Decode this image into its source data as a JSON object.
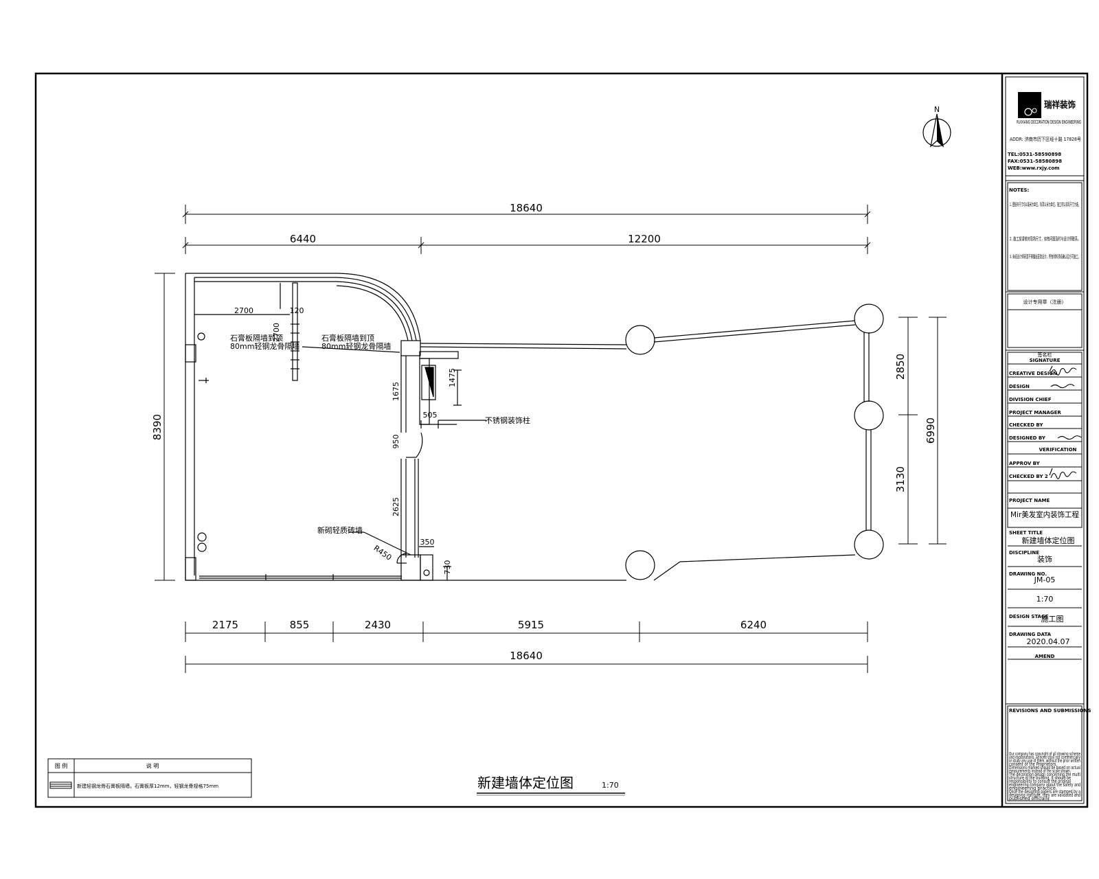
{
  "drawing": {
    "title": "新建墙体定位图",
    "scale": "1:70",
    "north_label": "N"
  },
  "dimensions": {
    "top_total": "18640",
    "top_left": "6440",
    "top_right": "12200",
    "bottom_total": "18640",
    "bottom_segments": [
      "2175",
      "855",
      "2430",
      "5915",
      "6240"
    ],
    "left_height": "8390",
    "right_upper": "2850",
    "right_lower": "3130",
    "right_total": "6990",
    "inner": {
      "d2700_h": "2700",
      "d120": "120",
      "d2700_v": "2700",
      "d1675": "1675",
      "d1475": "1475",
      "d505": "505",
      "d950": "950",
      "d2625": "2625",
      "d350": "350",
      "d730": "730",
      "r450": "R450"
    }
  },
  "annotations": {
    "note_a_line1": "石膏板隔墙到顶",
    "note_a_line2": "80mm轻钢龙骨隔墙",
    "note_b_line1": "石膏板隔墙到顶",
    "note_b_line2": "80mm轻钢龙骨隔墙",
    "note_c": "不锈钢装饰柱",
    "note_d": "新砌轻质砖墙"
  },
  "legend": {
    "col1_header": "图 例",
    "col2_header": "说 明",
    "row1_text": "新建轻钢龙骨石膏板隔墙，石膏板厚12mm，轻钢龙骨规格75mm"
  },
  "titleblock": {
    "company": "瑞祥装饰",
    "company_en": "RUIXIANG DECORATION DESIGN ENGINEERING",
    "address": "ADDR: 济南市历下区经十路 17828号",
    "tel": "TEL:0531-58590898",
    "fax": "FAX:0531-58580898",
    "web": "WEB:www.rxjy.com",
    "notes_label": "NOTES:",
    "notes": [
      "1. 图纸中尺寸均以毫米为单位，标高以米为单位，施工时以实际尺寸为准。",
      "2. 施工前请核对现场尺寸，如有问题及时与设计师联系。",
      "3. 未经设计师同意不得擅自更改设计，所有材料须经确认后方可施工。"
    ],
    "stamp_label": "设计专用章（注册）",
    "signature_cn": "签名栏",
    "signature_label": "SIGNATURE",
    "creative_design": "CREATIVE DESIGN",
    "design": "DESIGN",
    "division_chief": "DIVISION CHIEF",
    "project_manager": "PROJECT MANAGER",
    "checked_by": "CHECKED BY",
    "designed_by": "DESIGNED BY",
    "verification": "VERIFICATION",
    "approved_by": "APPROV BY",
    "checked_by_2": "CHECKED BY 2",
    "project_name_label": "PROJECT NAME",
    "project_name": "Mir美发室内装饰工程",
    "sheet_title_label": "SHEET TITLE",
    "sheet_title": "新建墙体定位图",
    "discipline_label": "DISCIPLINE",
    "discipline": "装饰",
    "drawing_no_label": "DRAWING NO.",
    "drawing_no": "JM-05",
    "scale": "1:70",
    "design_stage_label": "DESIGN STAGE",
    "design_stage": "施工图",
    "drawing_date_label": "DRAWING DATA",
    "drawing_date": "2020.04.07",
    "amend_label": "AMEND",
    "revisions_label": "REVISIONS AND SUBMISSIONS",
    "copyright": [
      "Our company has copyright of all drawing scheme",
      "and explanations. Anyone shall not commercially",
      "or study any use of them, without the prior written",
      "consent of the Proprietors.",
      "Dimensions marked should be based on actual",
      "measurements instead of the scale shown.",
      "The decoration design concerning the multi",
      "structure of the building. It should be",
      "responsibility to consult the original",
      "engineering company about the safety and",
      "engineering practice.",
      "Once the designing papers are stamped by a",
      "designing institute, they are validated and",
      "published officially."
    ]
  }
}
